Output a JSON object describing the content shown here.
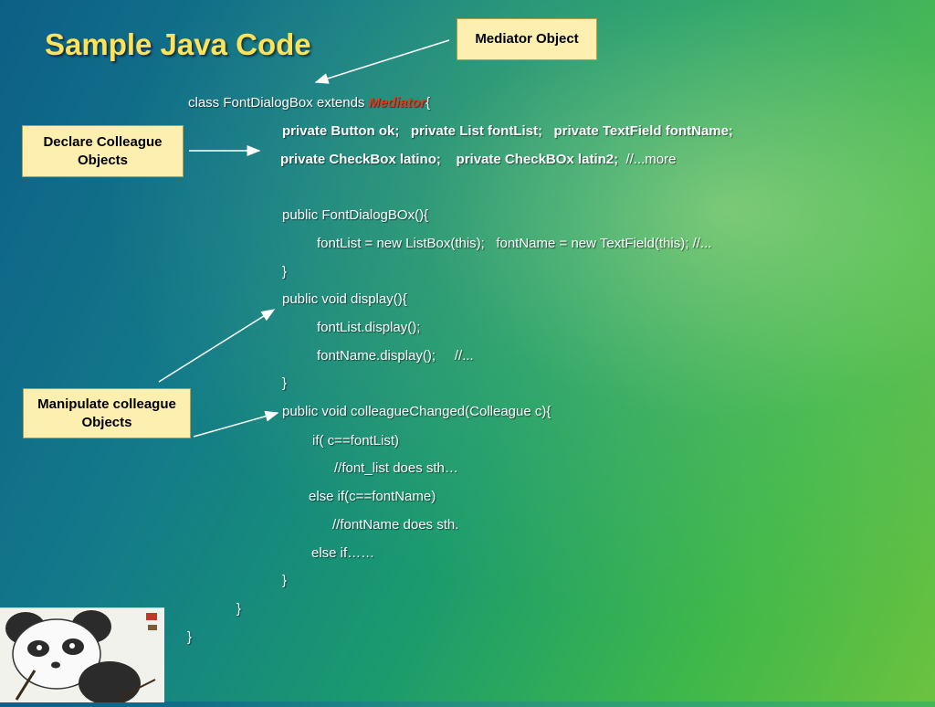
{
  "title": "Sample Java Code",
  "callouts": {
    "mediator": "Mediator Object",
    "declare_line1": "Declare Colleague",
    "declare_line2": "Objects",
    "manip_line1": "Manipulate colleague",
    "manip_line2": "Objects"
  },
  "code": {
    "l1_pre": "class FontDialogBox extends ",
    "l1_kw": "Mediator",
    "l1_post": "{",
    "l2": "private Button ok;   private List fontList;   private TextField fontName;",
    "l3_bold": "private CheckBox latino;    private CheckBOx latin2;",
    "l3_rest": "  //...more",
    "l4": "public FontDialogBOx(){",
    "l5": "fontList = new ListBox(this);   fontName = new TextField(this); //...",
    "l6": "}",
    "l7": "public void display(){",
    "l8": "fontList.display();",
    "l9": "fontName.display();     //...",
    "l10": "}",
    "l11": "public void colleagueChanged(Colleague c){",
    "l12": "if( c==fontList)",
    "l13": "//font_list does sth…",
    "l14": "else if(c==fontName)",
    "l15": "//fontName does sth.",
    "l16": "else if……",
    "l17": "}",
    "l18": "}",
    "l19": "}"
  },
  "icons": {
    "panda": "panda-logo-image",
    "arrow": "arrow-icon"
  },
  "colors": {
    "title": "#ffe25a",
    "callout_bg": "#fdefb0",
    "mediator_keyword": "#e23a1f",
    "code_text": "#ffffff"
  }
}
